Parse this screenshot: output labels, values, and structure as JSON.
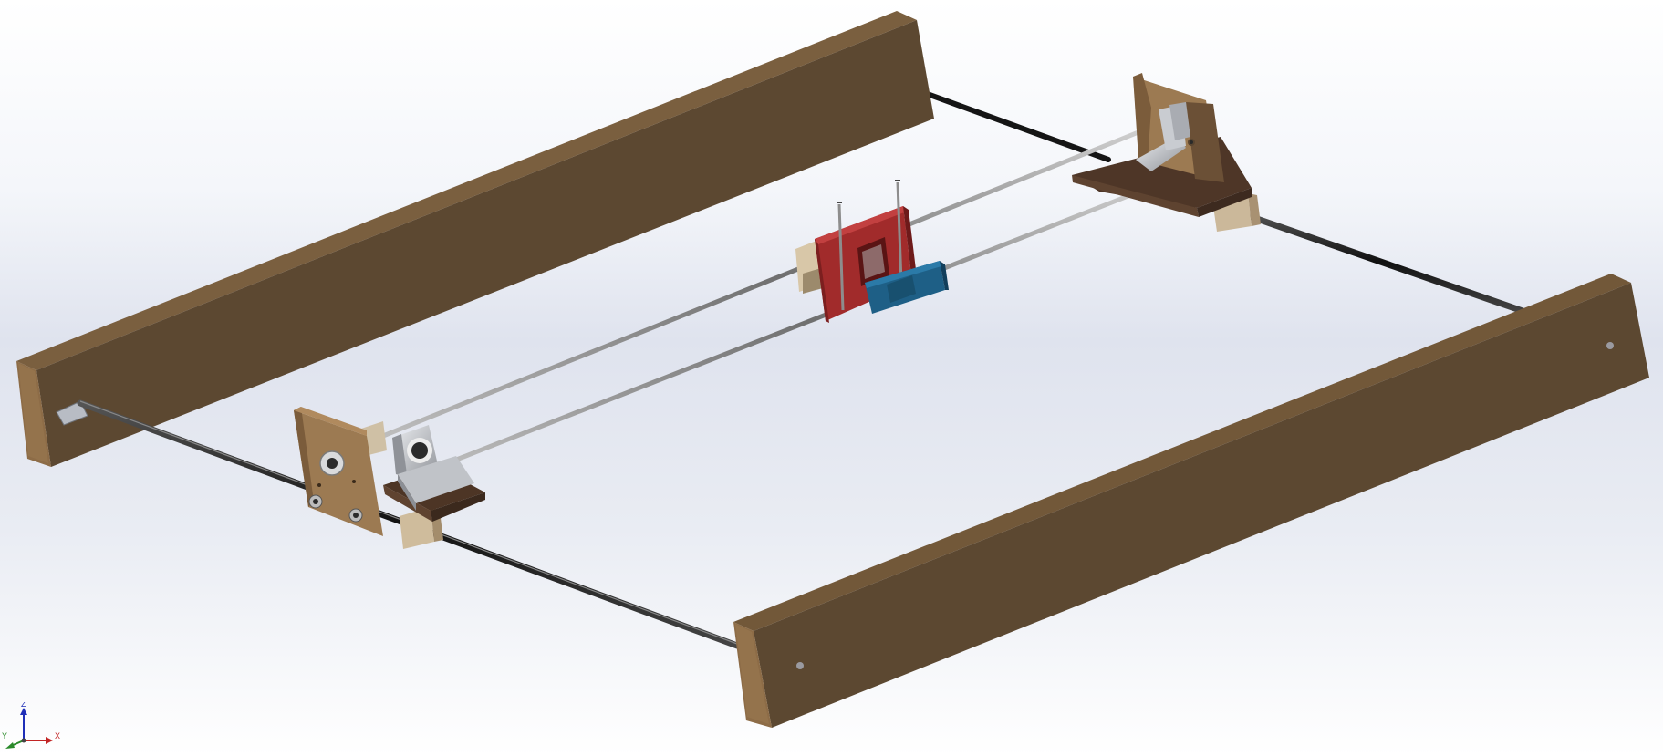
{
  "viewport": {
    "background_top": "#ffffff",
    "background_mid": "#dfe3ee"
  },
  "colors": {
    "wood_face": "#5c4831",
    "wood_top": "#6e5639",
    "wood_end": "#8a6a46",
    "plate_light": "#9c7a52",
    "plate_dark": "#4a3426",
    "block_light": "#cbb89a",
    "rod_dark": "#1c1c1c",
    "rod_light": "#8a8a8a",
    "carriage_red": "#9b2a2a",
    "carriage_blue": "#1e5f86",
    "bracket_metal": "#b9bcc1"
  },
  "triad": {
    "z_label": "Z",
    "y_label": "Y",
    "x_label": "X",
    "z_color": "#1f2fb8",
    "y_color": "#2a8a2a",
    "x_color": "#c22424"
  },
  "icons": [
    "reference-triad-icon"
  ]
}
